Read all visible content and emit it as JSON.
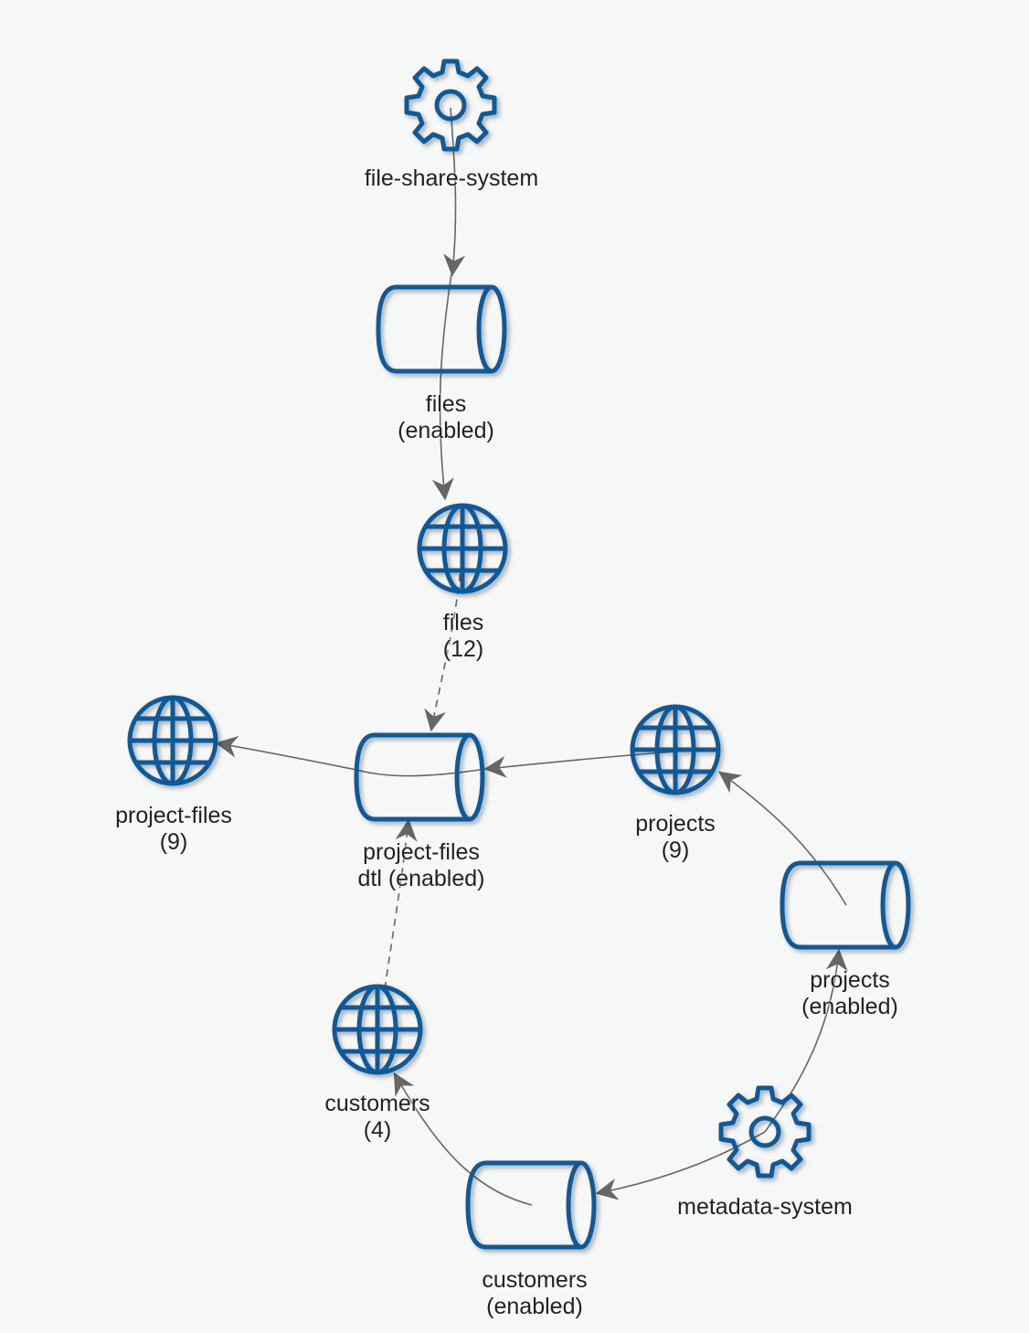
{
  "colors": {
    "icon": "#0f5a9b",
    "edge": "#666666",
    "label": "#222222",
    "background": "#f6f7f7"
  },
  "nodes": {
    "file_share_system": {
      "icon": "gear-icon",
      "line1": "file-share-system"
    },
    "files_db": {
      "icon": "database-cylinder-icon",
      "line1": "files",
      "line2": "(enabled)"
    },
    "files_api": {
      "icon": "globe-icon",
      "line1": "files",
      "line2": "(12)"
    },
    "project_files_db": {
      "icon": "database-cylinder-icon",
      "line1": "project-files",
      "line2": "dtl (enabled)"
    },
    "project_files_api": {
      "icon": "globe-icon",
      "line1": "project-files",
      "line2": "(9)"
    },
    "projects_api": {
      "icon": "globe-icon",
      "line1": "projects",
      "line2": "(9)"
    },
    "projects_db": {
      "icon": "database-cylinder-icon",
      "line1": "projects",
      "line2": "(enabled)"
    },
    "customers_api": {
      "icon": "globe-icon",
      "line1": "customers",
      "line2": "(4)"
    },
    "customers_db": {
      "icon": "database-cylinder-icon",
      "line1": "customers",
      "line2": "(enabled)"
    },
    "metadata_system": {
      "icon": "gear-icon",
      "line1": "metadata-system"
    }
  },
  "edges": [
    {
      "from": "file-share-system",
      "to": "files (enabled)",
      "style": "solid"
    },
    {
      "from": "files (enabled)",
      "to": "files (12)",
      "style": "solid"
    },
    {
      "from": "files (12)",
      "to": "project-files dtl (enabled)",
      "style": "dashed"
    },
    {
      "from": "customers (4)",
      "to": "project-files dtl (enabled)",
      "style": "dashed"
    },
    {
      "from": "projects (9)",
      "to": "project-files dtl (enabled)",
      "style": "solid"
    },
    {
      "from": "project-files dtl (enabled)",
      "to": "project-files (9)",
      "style": "solid"
    },
    {
      "from": "projects (enabled)",
      "to": "projects (9)",
      "style": "solid"
    },
    {
      "from": "metadata-system",
      "to": "projects (enabled)",
      "style": "solid"
    },
    {
      "from": "metadata-system",
      "to": "customers (enabled)",
      "style": "solid"
    },
    {
      "from": "customers (enabled)",
      "to": "customers (4)",
      "style": "solid"
    }
  ]
}
